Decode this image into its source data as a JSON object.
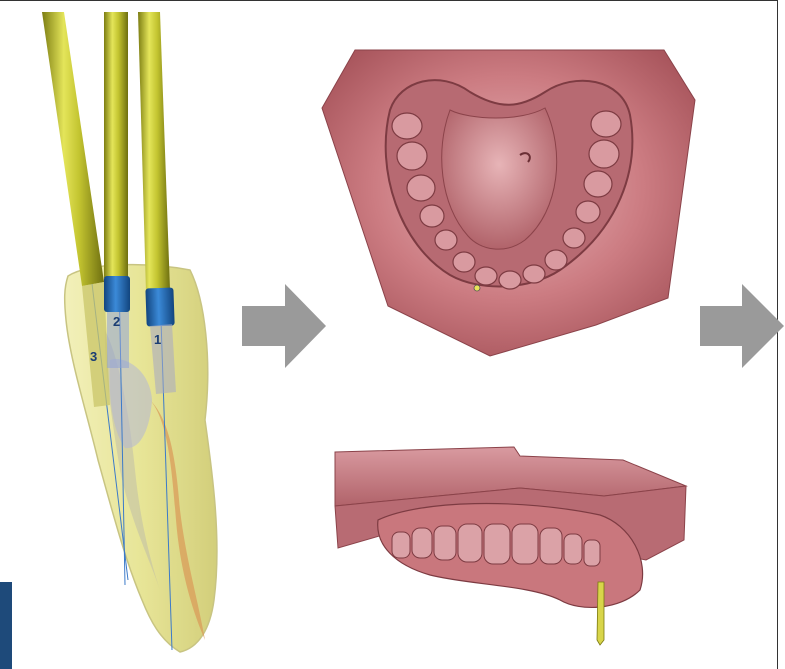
{
  "figure": {
    "implant_labels": [
      "1",
      "2",
      "3"
    ],
    "panels": [
      "implant-planning-view",
      "maxillary-model-occlusal",
      "maxillary-model-frontal"
    ],
    "arrows": 2
  },
  "colors": {
    "background": "#ffffff",
    "bone": "#e9e79c",
    "implant_shaft": "#b8b92c",
    "implant_collar": "#2b73c2",
    "model_pink": "#c9777d",
    "arrow_gray": "#9a9a9a",
    "side_tab": "#1e4a7a"
  }
}
